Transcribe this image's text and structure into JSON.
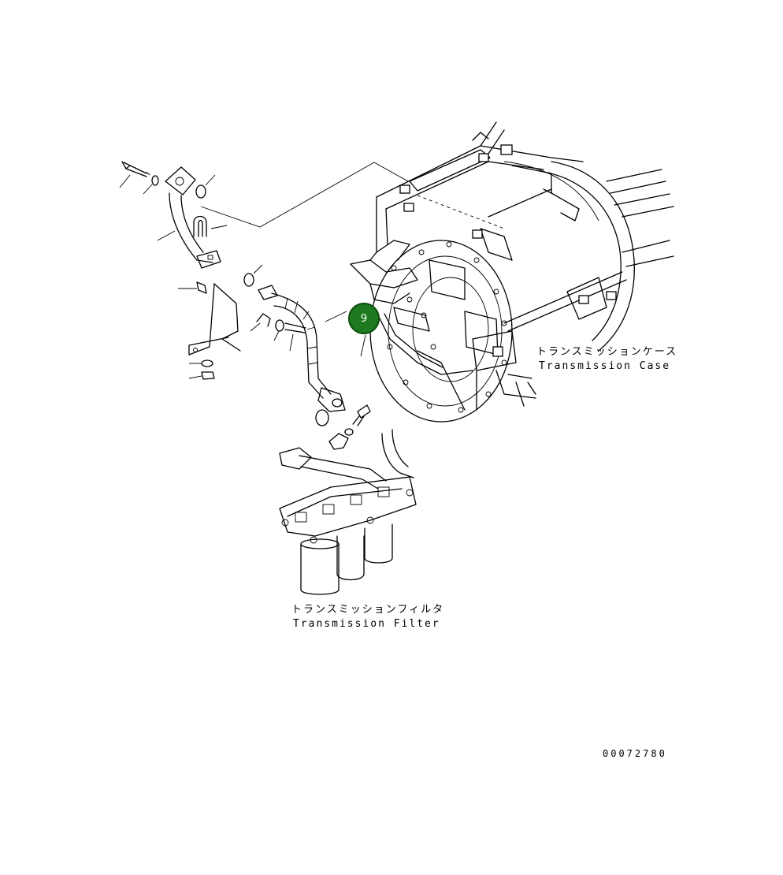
{
  "labels": {
    "case_jp": "トランスミッションケース",
    "case_en": "Transmission Case",
    "filter_jp": "トランスミッションフィルタ",
    "filter_en": "Transmission Filter"
  },
  "callout": {
    "number": "9",
    "color": "#1e7a1e"
  },
  "drawing_number": "00072780"
}
